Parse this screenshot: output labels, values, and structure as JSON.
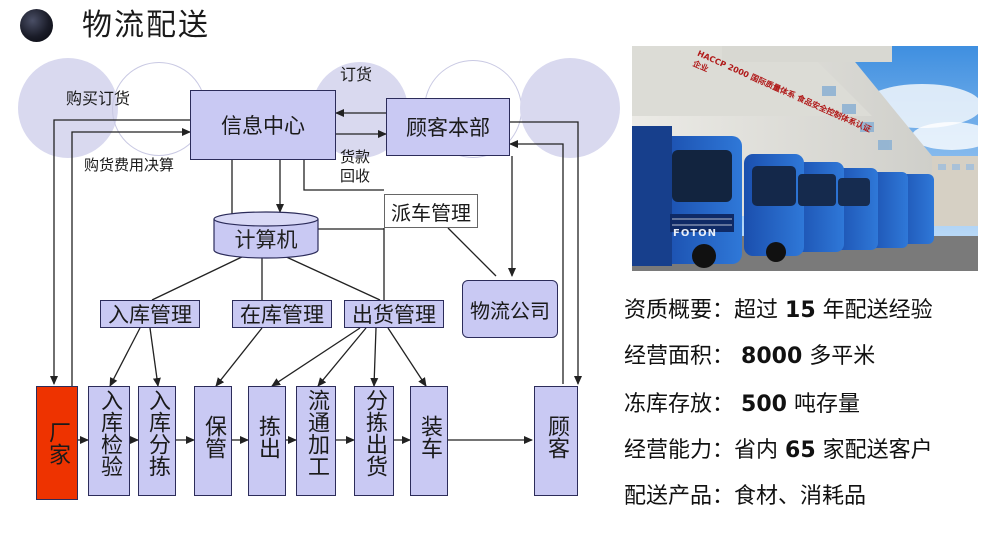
{
  "title": "物流配送",
  "diagram": {
    "nodes": {
      "info_center": "信息中心",
      "customer_hq": "顾客本部",
      "dispatch": "派车管理",
      "computer": "计算机",
      "inbound_mgmt": "入库管理",
      "instock_mgmt": "在库管理",
      "outbound_mgmt": "出货管理",
      "logistics_company": "物流公司",
      "factory": "厂家",
      "inbound_inspect": "入库检验",
      "inbound_sort": "入库分拣",
      "storage": "保管",
      "pick_out": "拣出",
      "processing": "流通加工",
      "sort_ship": "分拣出货",
      "loading": "装车",
      "customer": "顾客"
    },
    "labels": {
      "purchase_order": "购买订货",
      "order": "订货",
      "payment_collect": "货款回收",
      "purchase_settle": "购货费用决算"
    }
  },
  "info": {
    "qualification_label": "资质概要：",
    "qualification_pre": "超过",
    "qualification_num": "15",
    "qualification_post": "年配送经验",
    "area_label": "经营面积：",
    "area_num": "8000",
    "area_post": "多平米",
    "cold_label": "冻库存放：",
    "cold_num": "500",
    "cold_post": "吨存量",
    "ability_label": "经营能力：",
    "ability_pre": "省内",
    "ability_num": "65",
    "ability_post": "家配送客户",
    "products_label": "配送产品：",
    "products_value": "食材、消耗品"
  },
  "photo": {
    "banner_text": "HACCP 2000 国际质量体系 食品安全控制体系认证企业",
    "truck_brand": "FOTON"
  },
  "colors": {
    "box_fill": "#c9c9f3",
    "factory_fill": "#ee3300",
    "circle_fill": "#d9d9ef",
    "truck_blue": "#1f5fbf"
  }
}
